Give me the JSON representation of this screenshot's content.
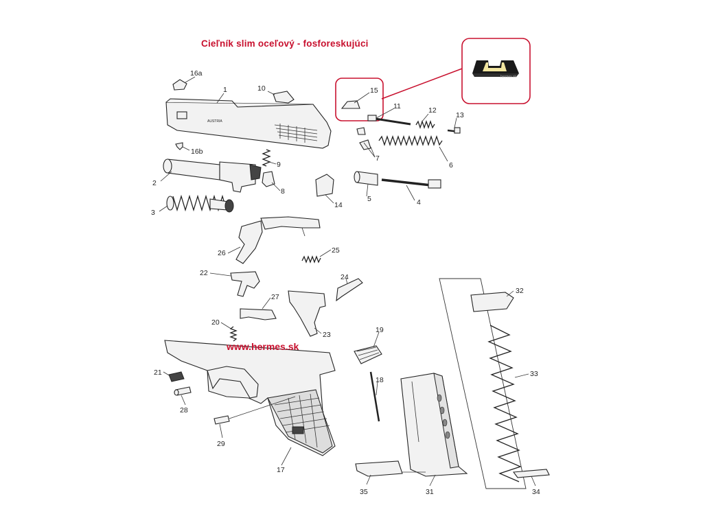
{
  "title": "Cieľník slim oceľový - fosforeskujúci",
  "watermark": "www.hermes.sk",
  "colors": {
    "accent": "#c8102e",
    "highlight": "#f2e6a0",
    "ink": "#222222"
  },
  "inset_badge": "hermes.sk",
  "slide_text": "AUSTRIA",
  "parts": [
    {
      "num": "16a"
    },
    {
      "num": "1"
    },
    {
      "num": "10"
    },
    {
      "num": "15"
    },
    {
      "num": "11"
    },
    {
      "num": "12"
    },
    {
      "num": "13"
    },
    {
      "num": "16b"
    },
    {
      "num": "9"
    },
    {
      "num": "7"
    },
    {
      "num": "6"
    },
    {
      "num": "2"
    },
    {
      "num": "8"
    },
    {
      "num": "14"
    },
    {
      "num": "5"
    },
    {
      "num": "4"
    },
    {
      "num": "3"
    },
    {
      "num": "26"
    },
    {
      "num": "25"
    },
    {
      "num": "22"
    },
    {
      "num": "24"
    },
    {
      "num": "27"
    },
    {
      "num": "20"
    },
    {
      "num": "23"
    },
    {
      "num": "19"
    },
    {
      "num": "32"
    },
    {
      "num": "21"
    },
    {
      "num": "33"
    },
    {
      "num": "18"
    },
    {
      "num": "28"
    },
    {
      "num": "29"
    },
    {
      "num": "17"
    },
    {
      "num": "35"
    },
    {
      "num": "31"
    },
    {
      "num": "34"
    }
  ]
}
